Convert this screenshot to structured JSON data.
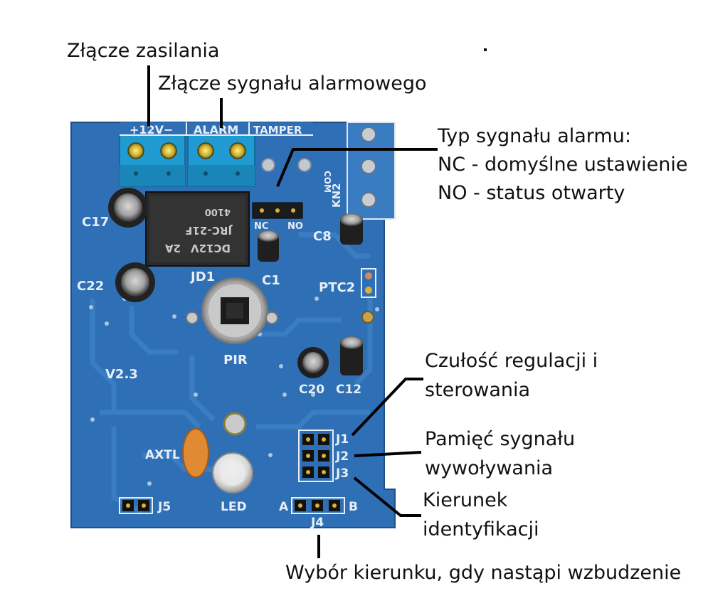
{
  "callouts": {
    "power_connector": "Złącze zasilania",
    "alarm_connector": "Złącze sygnału alarmowego",
    "alarm_type_title": "Typ sygnału alarmu:",
    "alarm_type_nc": "NC - domyślne ustawienie",
    "alarm_type_no": "NO - status otwarty",
    "sensitivity_1": "Czułość regulacji i",
    "sensitivity_2": "sterowania",
    "memory_1": "Pamięć sygnału",
    "memory_2": "wywoływania",
    "direction_1": "Kierunek",
    "direction_2": "identyfikacji",
    "direction_select": "Wybór kierunku, gdy nastąpi wzbudzenie"
  },
  "board": {
    "terminal_header": "+12V-  ALARM  TAMPER",
    "t_plus12": "+12V−",
    "t_alarm": "ALARM",
    "t_tamper": "TAMPER",
    "relay_1": "DC12V",
    "relay_2": "2A",
    "relay_3": "JRC-21F",
    "relay_4": "4100",
    "label_c17": "C17",
    "label_c22": "C22",
    "label_jd1": "JD1",
    "label_c1": "C1",
    "label_c8": "C8",
    "label_nc": "NC",
    "label_no": "NO",
    "label_kn2": "KN2",
    "label_com": "COM",
    "label_ptc2": "PTC2",
    "label_pir": "PIR",
    "label_v23": "V2.3",
    "label_c20": "C20",
    "label_c12": "C12",
    "label_axtl": "AXTL",
    "label_j1": "J1",
    "label_j2": "J2",
    "label_j3": "J3",
    "label_j5": "J5",
    "label_led": "LED",
    "label_a": "A",
    "label_b": "B",
    "label_j4": "J4"
  },
  "colors": {
    "pcb": "#2f6fb5",
    "terminal": "#1f9bd1",
    "relay": "#2a2a2a",
    "capacitor": "#222222",
    "gold": "#d9b23a",
    "silk": "#e8eef6"
  }
}
